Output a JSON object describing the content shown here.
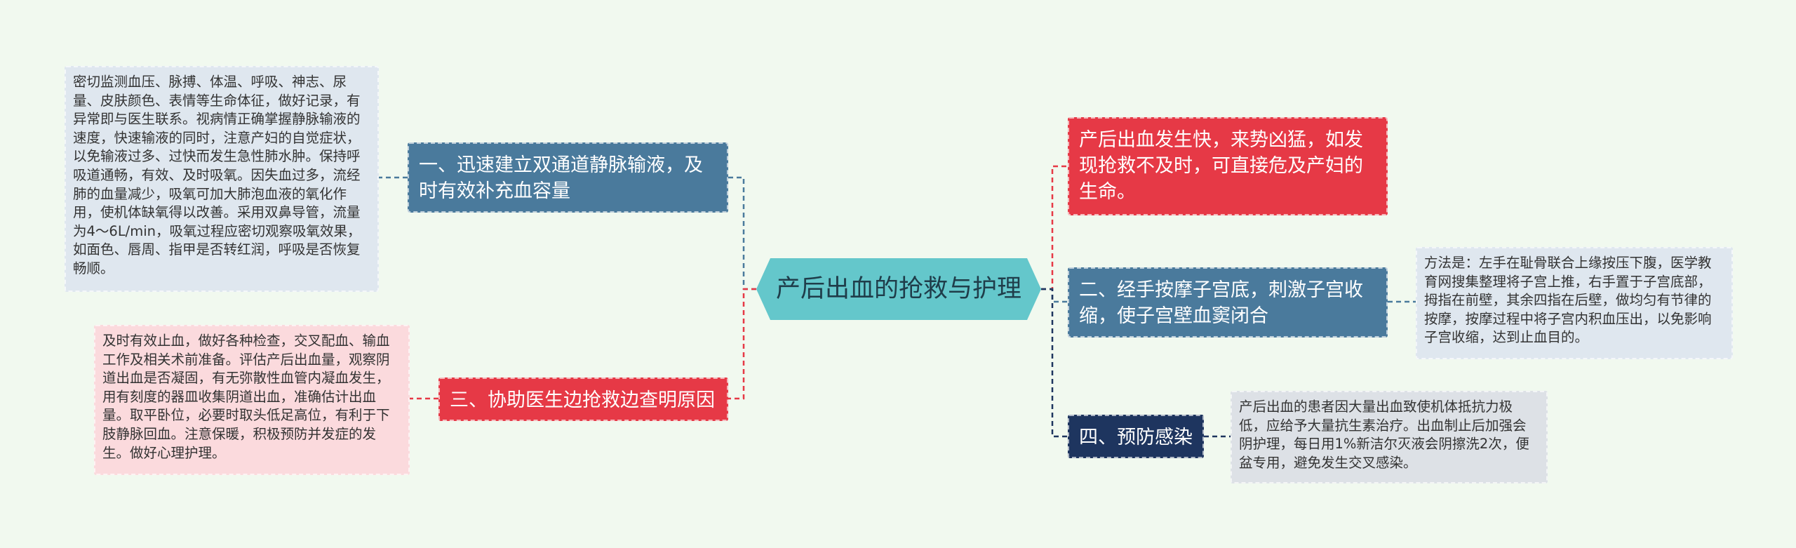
{
  "root": {
    "title": "产后出血的抢救与护理"
  },
  "branches": [
    {
      "label": "一、迅速建立双通道静脉输液，及时有效补充血容量",
      "color": "#4a7a9c",
      "detail": "密切监测血压、脉搏、体温、呼吸、神志、尿量、皮肤颜色、表情等生命体征，做好记录，有异常即与医生联系。视病情正确掌握静脉输液的速度，快速输液的同时，注意产妇的自觉症状，以免输液过多、过快而发生急性肺水肿。保持呼吸道通畅，有效、及时吸氧。因失血过多，流经肺的血量减少，吸氧可加大肺泡血液的氧化作用，使机体缺氧得以改善。采用双鼻导管，流量为4～6L/min，吸氧过程应密切观察吸氧效果，如面色、唇周、指甲是否转红润，呼吸是否恢复畅顺。"
    },
    {
      "label": "三、协助医生边抢救边查明原因",
      "color": "#e63946",
      "detail": "及时有效止血，做好各种检查，交叉配血、输血工作及相关术前准备。评估产后出血量，观察阴道出血是否凝固，有无弥散性血管内凝血发生，用有刻度的器皿收集阴道出血，准确估计出血量。取平卧位，必要时取头低足高位，有利于下肢静脉回血。注意保暖，积极预防并发症的发生。做好心理护理。"
    },
    {
      "label": "产后出血发生快，来势凶猛，如发现抢救不及时，可直接危及产妇的生命。",
      "color": "#e63946",
      "detail": ""
    },
    {
      "label": "二、经手按摩子宫底，刺激子宫收缩，使子宫壁血窦闭合",
      "color": "#4a7a9c",
      "detail": "方法是：左手在耻骨联合上缘按压下腹，医学教育网搜集整理将子宫上推，右手置于子宫底部，拇指在前壁，其余四指在后壁，做均匀有节律的按摩，按摩过程中将子宫内积血压出，以免影响子宫收缩，达到止血目的。"
    },
    {
      "label": "四、预防感染",
      "color": "#1e355f",
      "detail": "产后出血的患者因大量出血致使机体抵抗力极低，应给予大量抗生素治疗。出血制止后加强会阴护理，每日用1%新洁尔灭液会阴擦洗2次，便盆专用，避免发生交叉感染。"
    }
  ],
  "colors": {
    "background": "#f1f9ef",
    "root": "#64c7cb",
    "blue": "#4a7a9c",
    "red": "#e63946",
    "navy": "#1e355f"
  }
}
